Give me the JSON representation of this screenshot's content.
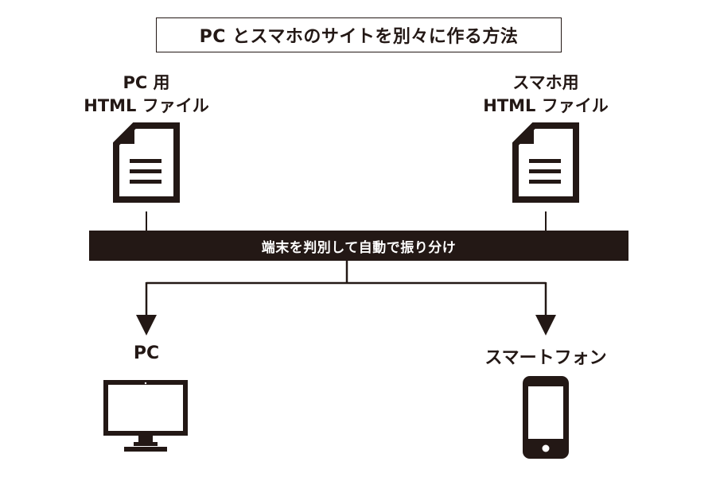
{
  "title": "PC とスマホのサイトを別々に作る方法",
  "files": {
    "pc": {
      "line1": "PC 用",
      "line2": "HTML ファイル",
      "icon": "document-icon"
    },
    "smartphone": {
      "line1": "スマホ用",
      "line2": "HTML ファイル",
      "icon": "document-icon"
    }
  },
  "switch_bar": {
    "text": "端末を判別して自動で振り分け"
  },
  "devices": {
    "pc": {
      "label": "PC",
      "icon": "desktop-monitor-icon"
    },
    "smartphone": {
      "label": "スマートフォン",
      "icon": "smartphone-icon"
    }
  },
  "colors": {
    "ink": "#231815",
    "background": "#ffffff",
    "bar_text": "#ffffff"
  }
}
